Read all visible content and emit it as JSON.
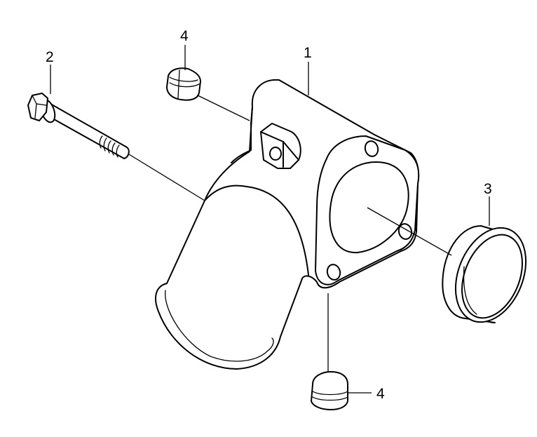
{
  "callouts": {
    "part1": "1",
    "part2": "2",
    "part3": "3",
    "part4_top": "4",
    "part4_bottom": "4"
  },
  "colors": {
    "line": "#000000",
    "background": "#ffffff"
  }
}
